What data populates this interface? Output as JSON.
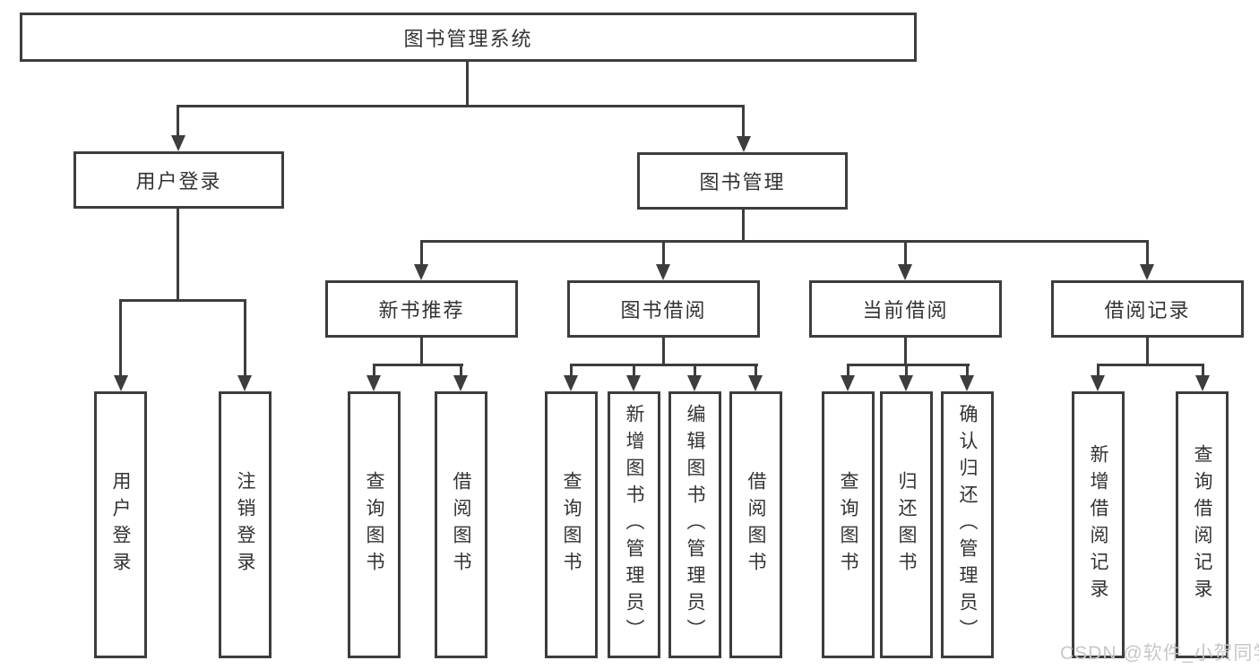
{
  "colors": {
    "line": "#3d3d3d",
    "text": "#333333",
    "watermark": "#c7c7c7",
    "background": "#ffffff"
  },
  "nodes": {
    "root": {
      "label": "图书管理系统"
    },
    "user_login": {
      "label": "用户登录"
    },
    "book_mgmt": {
      "label": "图书管理"
    },
    "new_book": {
      "label": "新书推荐"
    },
    "book_borrow": {
      "label": "图书借阅"
    },
    "current_borrow": {
      "label": "当前借阅"
    },
    "borrow_record": {
      "label": "借阅记录"
    }
  },
  "leaves": {
    "user_login": {
      "label": "用户登录"
    },
    "logout": {
      "label": "注销登录"
    },
    "new_book_query": {
      "label": "查询图书"
    },
    "new_book_borrow": {
      "label": "借阅图书"
    },
    "borrow_query": {
      "label": "查询图书"
    },
    "borrow_add": {
      "label": "新增图书（管理员）"
    },
    "borrow_edit": {
      "label": "编辑图书（管理员）"
    },
    "borrow_borrow": {
      "label": "借阅图书"
    },
    "current_query": {
      "label": "查询图书"
    },
    "current_return": {
      "label": "归还图书"
    },
    "current_confirm": {
      "label": "确认归还（管理员）"
    },
    "record_add": {
      "label": "新增借阅记录"
    },
    "record_query": {
      "label": "查询借阅记录"
    }
  },
  "watermark": {
    "text": "CSDN @软件_小贺同学"
  }
}
